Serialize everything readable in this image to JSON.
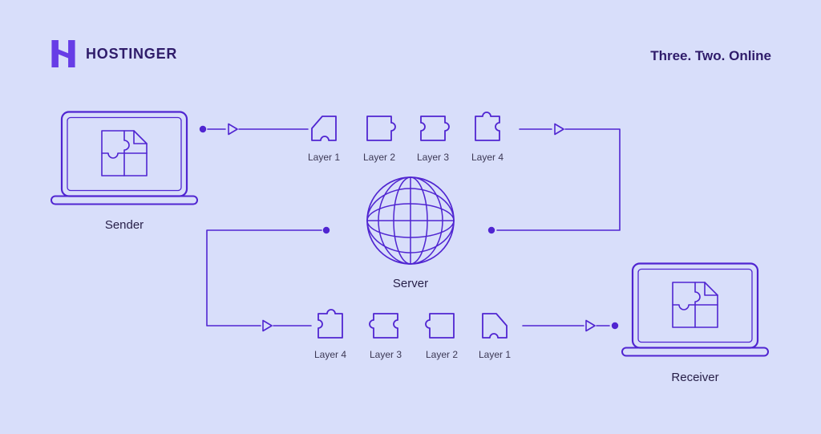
{
  "header": {
    "brand": "HOSTINGER",
    "tagline": "Three. Two. Online"
  },
  "nodes": {
    "sender": "Sender",
    "server": "Server",
    "receiver": "Receiver"
  },
  "top_layers": [
    "Layer 1",
    "Layer 2",
    "Layer 3",
    "Layer 4"
  ],
  "bottom_layers": [
    "Layer 4",
    "Layer 3",
    "Layer 2",
    "Layer 1"
  ],
  "icons": {
    "logo": "hostinger-logo",
    "sender": "laptop-icon",
    "server": "globe-icon",
    "receiver": "laptop-icon",
    "layers": "puzzle-piece-icon",
    "flow_marker": "triangle-arrow-icon",
    "flow_endpoint": "flow-dot"
  },
  "colors": {
    "background": "#d8defa",
    "line": "#5025d1",
    "logo": "#673de6",
    "heading_text": "#2f1c6a",
    "node_label": "#261e47",
    "layer_label": "#3c3854"
  }
}
